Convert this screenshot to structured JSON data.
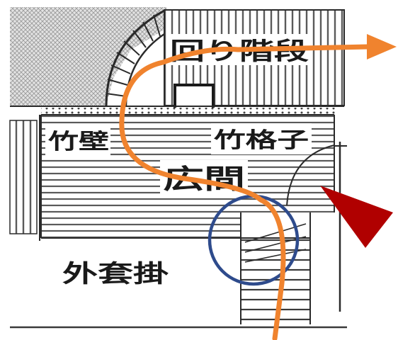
{
  "labels": {
    "spiral_stair": "回り階段",
    "bamboo_wall": "竹壁",
    "bamboo_lattice": "竹格子",
    "hall": "広間",
    "coat_rack": "外套掛"
  },
  "colors": {
    "route": "#F0832E",
    "circle": "#2E4B8C",
    "pointer": "#B00000",
    "ink": "#1a1a1a",
    "hatch": "#555555",
    "paper": "#ffffff"
  },
  "icons": {
    "route": "arrow-path-icon",
    "pointer": "triangle-pointer-icon",
    "highlight": "circle-highlight-icon"
  }
}
